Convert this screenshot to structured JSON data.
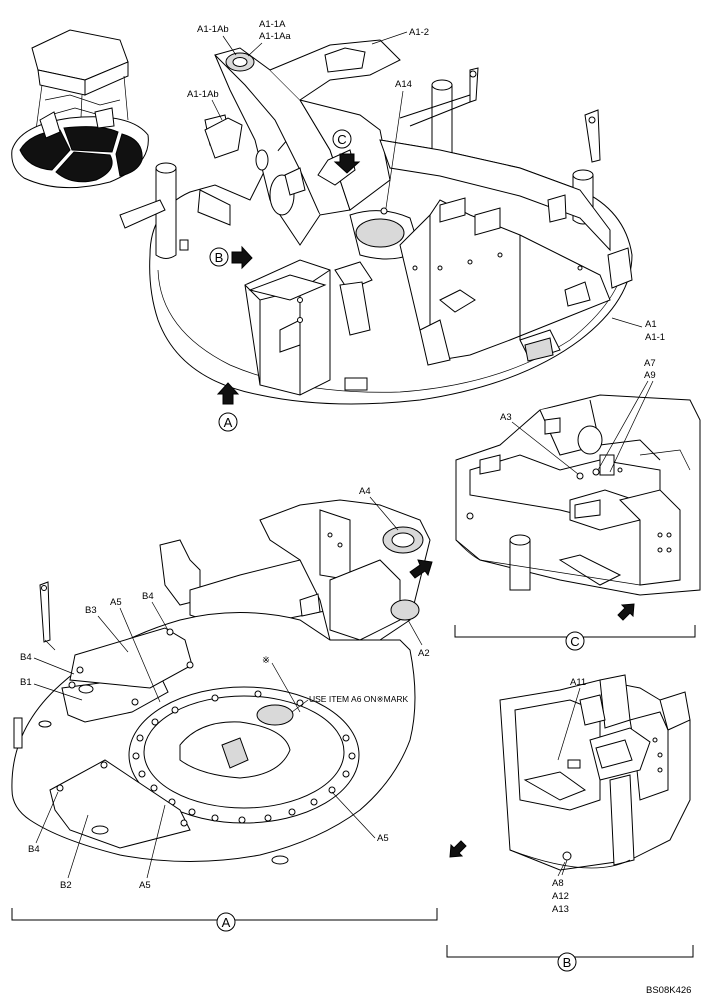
{
  "labels": {
    "a1_1ab_top": "A1-1Ab",
    "a1_1a": "A1-1A",
    "a1_1aa": "A1-1Aa",
    "a1_2": "A1-2",
    "a1_1ab_left": "A1-1Ab",
    "a14": "A14",
    "a1": "A1",
    "a1_1": "A1-1",
    "a7": "A7",
    "a9": "A9",
    "a3": "A3",
    "a4": "A4",
    "a2": "A2",
    "b3": "B3",
    "a5_top": "A5",
    "b4_top": "B4",
    "b4_left": "B4",
    "b1": "B1",
    "mark": "※",
    "use_item": "USE ITEM A6 ON※MARK",
    "a5_right": "A5",
    "b4_bottom": "B4",
    "b2": "B2",
    "a5_bottom": "A5",
    "a11": "A11",
    "a8": "A8",
    "a12": "A12",
    "a13": "A13",
    "code": "BS08K426"
  },
  "views": {
    "a_top": "A",
    "b_top": "B",
    "c_top": "C",
    "c_detail": "C",
    "a_detail": "A",
    "b_detail": "B"
  }
}
